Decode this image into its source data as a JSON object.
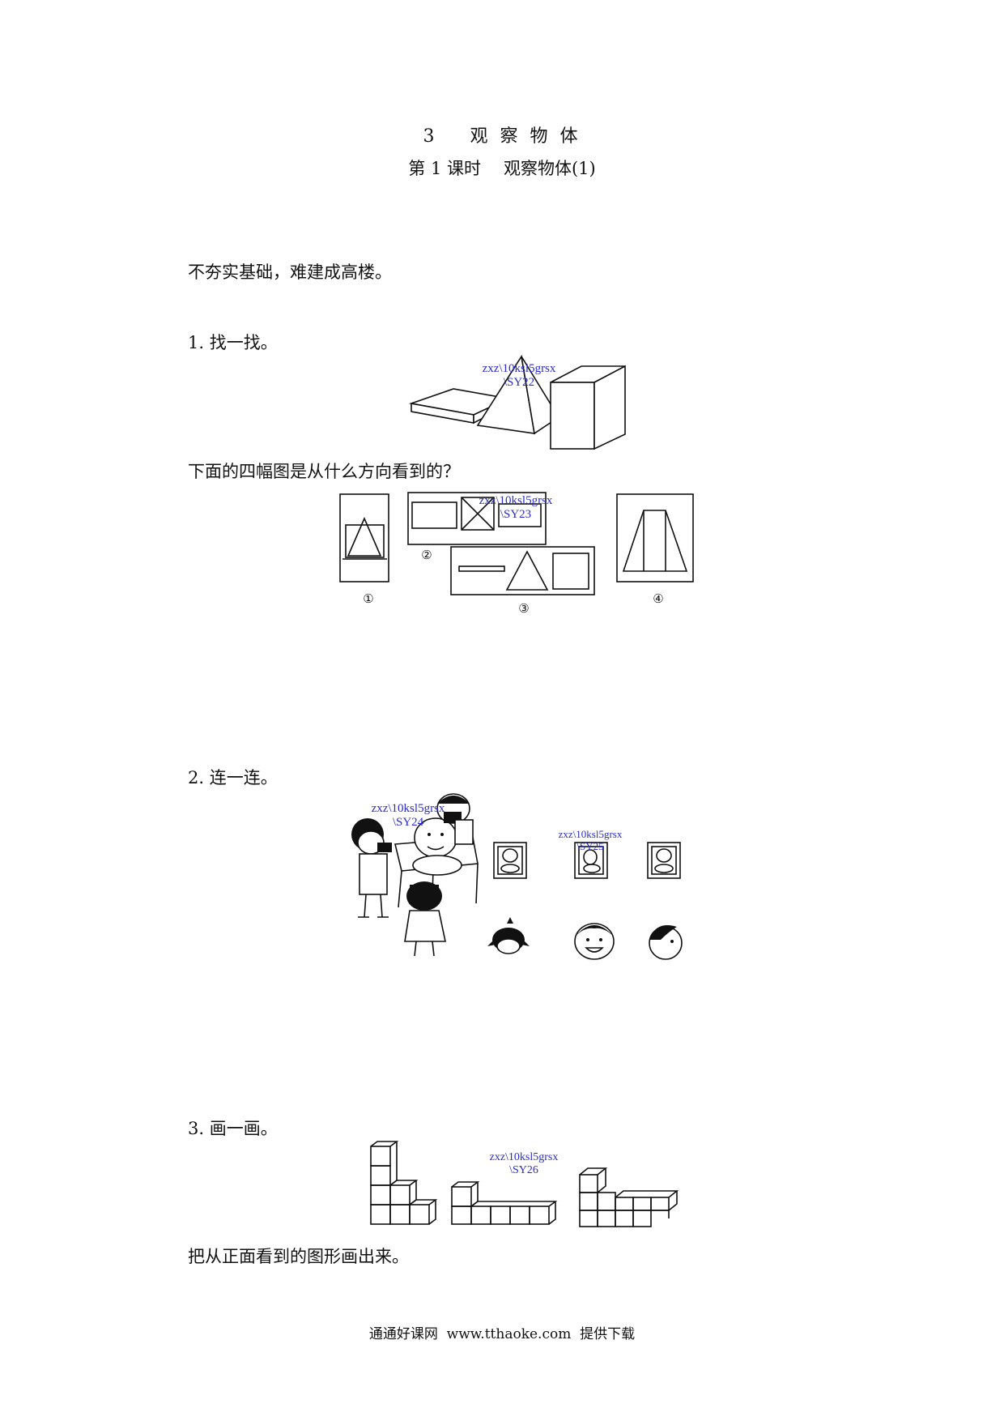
{
  "header": {
    "chapter_number": "3",
    "chapter_title": "观 察 物 体",
    "lesson_label": "第 1 课时",
    "lesson_title": "观察物体(1)"
  },
  "motto": "不夯实基础，难建成高楼。",
  "questions": [
    {
      "label": "1. 找一找。",
      "watermark_line1": "zxz\\10ksl5grsx",
      "watermark_line2": "\\SY22",
      "prompt": "下面的四幅图是从什么方向看到的？",
      "watermark2_line1": "zxz\\10ksl5grsx",
      "watermark2_line2": "\\SY23",
      "view_labels": [
        "①",
        "②",
        "③",
        "④"
      ]
    },
    {
      "label": "2. 连一连。",
      "watermark_line1": "zxz\\10ksl5grsx",
      "watermark_line2": "\\SY24",
      "watermark2_line1": "zxz\\10ksl5grsx",
      "watermark2_line2": "\\SY25"
    },
    {
      "label": "3. 画一画。",
      "watermark_line1": "zxz\\10ksl5grsx",
      "watermark_line2": "\\SY26",
      "prompt": "把从正面看到的图形画出来。"
    }
  ],
  "footer": "通通好课网  www.tthaoke.com  提供下载"
}
